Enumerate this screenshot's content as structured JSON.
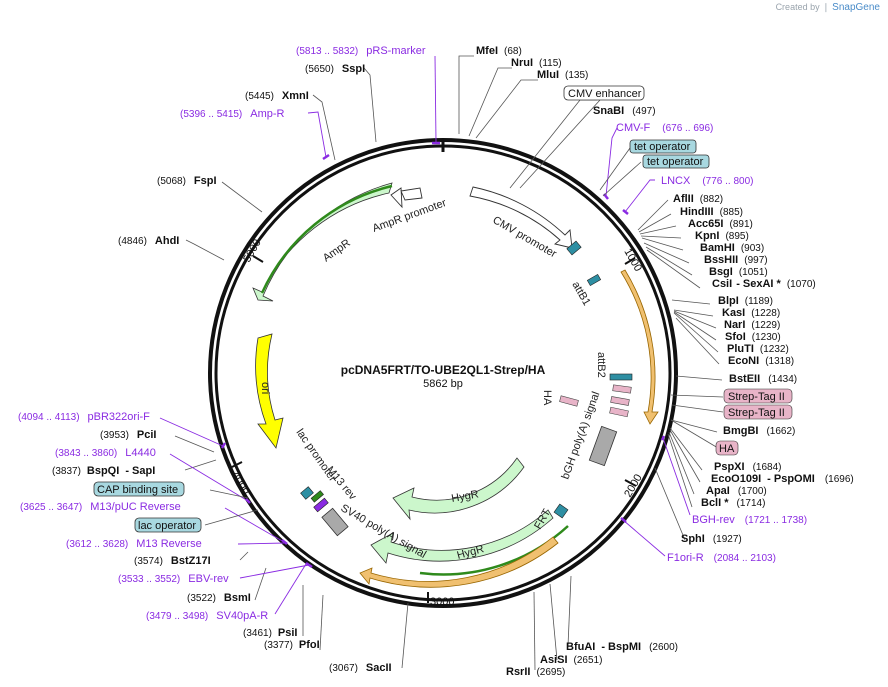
{
  "header": {
    "created_by": "Created by",
    "brand": "SnapGene"
  },
  "plasmid": {
    "name": "pcDNA5FRT/TO-UBE2QL1-Strep/HA",
    "size": "5862 bp"
  },
  "ticks": [
    "1000",
    "2000",
    "3000",
    "4000",
    "5000"
  ],
  "enzymes": [
    {
      "name": "MfeI",
      "pos": "(68)"
    },
    {
      "name": "NruI",
      "pos": "(115)"
    },
    {
      "name": "MluI",
      "pos": "(135)"
    },
    {
      "name": "SnaBI",
      "pos": "(497)"
    },
    {
      "name": "AflII",
      "pos": "(882)"
    },
    {
      "name": "HindIII",
      "pos": "(885)"
    },
    {
      "name": "Acc65I",
      "pos": "(891)"
    },
    {
      "name": "KpnI",
      "pos": "(895)"
    },
    {
      "name": "BamHI",
      "pos": "(903)"
    },
    {
      "name": "BssHII",
      "pos": "(997)"
    },
    {
      "name": "BsgI",
      "pos": "(1051)"
    },
    {
      "name": "CsiI",
      "pos": "- SexAI *",
      "pos2": "(1070)"
    },
    {
      "name": "BlpI",
      "pos": "(1189)"
    },
    {
      "name": "KasI",
      "pos": "(1228)"
    },
    {
      "name": "NarI",
      "pos": "(1229)"
    },
    {
      "name": "SfoI",
      "pos": "(1230)"
    },
    {
      "name": "PluTI",
      "pos": "(1232)"
    },
    {
      "name": "EcoNI",
      "pos": "(1318)"
    },
    {
      "name": "BstEII",
      "pos": "(1434)"
    },
    {
      "name": "BmgBI",
      "pos": "(1662)"
    },
    {
      "name": "PspXI",
      "pos": "(1684)"
    },
    {
      "name": "EcoO109I",
      "pos": "- PspOMI",
      "pos2": "(1696)"
    },
    {
      "name": "ApaI",
      "pos": "(1700)"
    },
    {
      "name": "BclI *",
      "pos": "(1714)"
    },
    {
      "name": "SphI",
      "pos": "(1927)"
    },
    {
      "name": "BfuAI",
      "pos": "- BspMI",
      "pos2": "(2600)"
    },
    {
      "name": "AsiSI",
      "pos": "(2651)"
    },
    {
      "name": "RsrII",
      "pos": "(2695)"
    },
    {
      "name": "SacII",
      "pos": "(3067)"
    },
    {
      "name": "PfoI",
      "pos": "(3377)"
    },
    {
      "name": "PsiI",
      "pos": "(3461)"
    },
    {
      "name": "BsmI",
      "pos": "(3522)"
    },
    {
      "name": "BstZ17I",
      "pos": "(3574)"
    },
    {
      "name": "BspQI",
      "pos": "- SapI",
      "pos2": "(3837)"
    },
    {
      "name": "PciI",
      "pos": "(3953)"
    },
    {
      "name": "AhdI",
      "pos": "(4846)"
    },
    {
      "name": "FspI",
      "pos": "(5068)"
    },
    {
      "name": "XmnI",
      "pos": "(5445)"
    },
    {
      "name": "SspI",
      "pos": "(5650)"
    }
  ],
  "primers": [
    {
      "name": "pRS-marker",
      "pos": "(5813 .. 5832)"
    },
    {
      "name": "Amp-R",
      "pos": "(5396 .. 5415)"
    },
    {
      "name": "CMV-F",
      "pos": "(676 .. 696)"
    },
    {
      "name": "LNCX",
      "pos": "(776 .. 800)"
    },
    {
      "name": "BGH-rev",
      "pos": "(1721 .. 1738)"
    },
    {
      "name": "F1ori-R",
      "pos": "(2084 .. 2103)"
    },
    {
      "name": "pBR322ori-F",
      "pos": "(4094 .. 4113)"
    },
    {
      "name": "L4440",
      "pos": "(3843 .. 3860)"
    },
    {
      "name": "M13/pUC Reverse",
      "pos": "(3625 .. 3647)"
    },
    {
      "name": "M13 Reverse",
      "pos": "(3612 .. 3628)"
    },
    {
      "name": "EBV-rev",
      "pos": "(3533 .. 3552)"
    },
    {
      "name": "SV40pA-R",
      "pos": "(3479 .. 3498)"
    }
  ],
  "boxed_labels": {
    "cmv_enhancer": "CMV enhancer",
    "tet1": "tet operator",
    "tet2": "tet operator",
    "strep1": "Strep-Tag II",
    "strep2": "Strep-Tag II",
    "ha": "HA",
    "cap": "CAP binding site",
    "lac_op": "lac operator"
  },
  "features": {
    "ampr": "AmpR",
    "ampr_promoter": "AmpR promoter",
    "cmv_promoter": "CMV promoter",
    "attb1": "attB1",
    "attb2": "attB2",
    "ha_inner": "HA",
    "bgh": "bGH poly(A) signal",
    "frt": "FRT",
    "hygr1": "HygR",
    "hygr2": "HygR",
    "sv40": "SV40 poly(A) signal",
    "m13rev": "M13 rev",
    "lac_promoter": "lac promoter",
    "ori": "ori"
  },
  "colors": {
    "primer": "#8a2be2",
    "arrow_green": "#ccf7cc",
    "ori_yellow": "#ffff00",
    "orange": "#f0c070",
    "teal": "#2e8fa3",
    "pink": "#e8b4c8",
    "gray": "#a9a9a9"
  }
}
